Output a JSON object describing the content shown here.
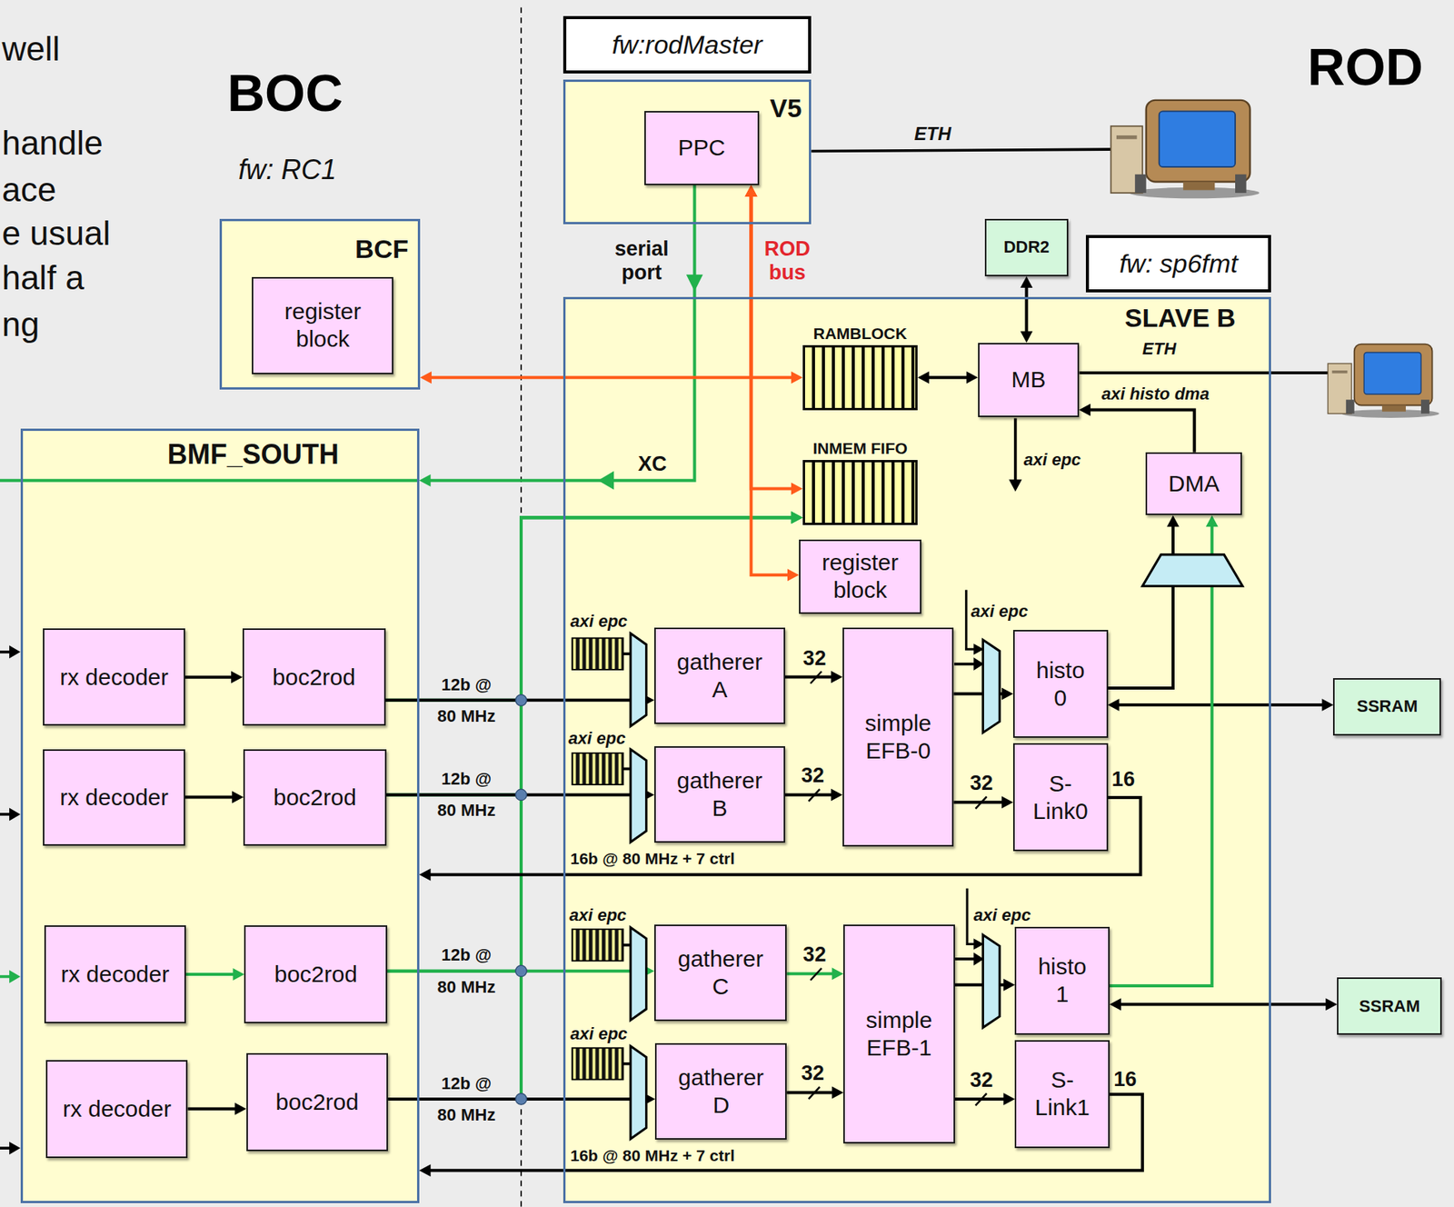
{
  "diagram": {
    "nodes": [
      {
        "text": [
          "fw:rodMaster"
        ]
      },
      {
        "text": [
          "V5"
        ]
      },
      {
        "text": [
          "PPC"
        ],
        "in": 1
      },
      {
        "text": [
          "BCF"
        ]
      },
      {
        "text": [
          "register block"
        ],
        "in": 3
      },
      {
        "text": [
          "BMF_SOUTH"
        ]
      },
      {
        "text": [
          "rx decoder"
        ],
        "in": 5
      },
      {
        "text": [
          "boc2rod"
        ],
        "in": 5
      },
      {
        "text": [
          "rx decoder"
        ],
        "in": 5
      },
      {
        "text": [
          "boc2rod"
        ],
        "in": 5
      },
      {
        "text": [
          "rx decoder"
        ],
        "in": 5
      },
      {
        "text": [
          "boc2rod"
        ],
        "in": 5
      },
      {
        "text": [
          "rx decoder"
        ],
        "in": 5
      },
      {
        "text": [
          "boc2rod"
        ],
        "in": 5
      },
      {
        "text": [
          "DDR2"
        ]
      },
      {
        "text": [
          "fw: sp6fmt"
        ]
      },
      {
        "text": [
          "SLAVE B"
        ]
      },
      {
        "text": [
          "RAMBLOCK"
        ],
        "in": 16
      },
      {
        "text": [
          "MB"
        ],
        "in": 16
      },
      {
        "text": [
          "INMEM FIFO"
        ],
        "in": 16
      },
      {
        "text": [
          "register block"
        ],
        "in": 16
      },
      {
        "text": [
          "DMA"
        ],
        "in": 16
      },
      {
        "text": [
          "gatherer A"
        ],
        "in": 16
      },
      {
        "text": [
          "gatherer B"
        ],
        "in": 16
      },
      {
        "text": [
          "simple EFB-0"
        ],
        "in": 16
      },
      {
        "text": [
          "histo 0"
        ],
        "in": 16
      },
      {
        "text": [
          "S-Link0"
        ],
        "in": 16
      },
      {
        "text": [
          "gatherer C"
        ],
        "in": 16
      },
      {
        "text": [
          "gatherer D"
        ],
        "in": 16
      },
      {
        "text": [
          "simple EFB-1"
        ],
        "in": 16
      },
      {
        "text": [
          "histo 1"
        ],
        "in": 16
      },
      {
        "text": [
          "S-Link1"
        ],
        "in": 16
      },
      {
        "text": [
          "SSRAM"
        ]
      },
      {
        "text": [
          "SSRAM"
        ]
      }
    ],
    "edges": [
      {
        "from": 2,
        "to": 5,
        "arrow": "to"
      },
      {
        "from": 2,
        "to": 3,
        "arrow": "both"
      },
      {
        "from": 2,
        "to": 17,
        "arrow": "both"
      },
      {
        "from": 2,
        "to": 19,
        "arrow": "both"
      },
      {
        "from": 2,
        "to": 20,
        "arrow": "both"
      },
      {
        "from": 17,
        "to": 18,
        "arrow": "both"
      },
      {
        "from": 14,
        "to": 18,
        "arrow": "both"
      },
      {
        "from": 21,
        "to": 18,
        "arrow": "to",
        "label": "axi histo dma"
      },
      {
        "from": 6,
        "to": 7,
        "arrow": "to"
      },
      {
        "from": 8,
        "to": 9,
        "arrow": "to"
      },
      {
        "from": 10,
        "to": 11,
        "arrow": "to"
      },
      {
        "from": 12,
        "to": 13,
        "arrow": "to"
      },
      {
        "from": 7,
        "to": 22,
        "arrow": "to",
        "label": "12b @ 80 MHz"
      },
      {
        "from": 9,
        "to": 23,
        "arrow": "to",
        "label": "12b @ 80 MHz"
      },
      {
        "from": 11,
        "to": 27,
        "arrow": "to",
        "label": "12b @ 80 MHz"
      },
      {
        "from": 13,
        "to": 28,
        "arrow": "to",
        "label": "12b @ 80 MHz"
      },
      {
        "from": 7,
        "to": 19,
        "arrow": "to"
      },
      {
        "from": 9,
        "to": 19,
        "arrow": "to"
      },
      {
        "from": 11,
        "to": 19,
        "arrow": "to"
      },
      {
        "from": 13,
        "to": 19,
        "arrow": "to"
      },
      {
        "from": 22,
        "to": 24,
        "arrow": "to",
        "label": "32"
      },
      {
        "from": 23,
        "to": 24,
        "arrow": "to",
        "label": "32"
      },
      {
        "from": 27,
        "to": 29,
        "arrow": "to",
        "label": "32"
      },
      {
        "from": 28,
        "to": 29,
        "arrow": "to",
        "label": "32"
      },
      {
        "from": 24,
        "to": 25,
        "arrow": "to"
      },
      {
        "from": 24,
        "to": 26,
        "arrow": "to",
        "label": "32"
      },
      {
        "from": 26,
        "to": 5,
        "arrow": "to",
        "label": "16b @ 80 MHz + 7 ctrl"
      },
      {
        "from": 25,
        "to": 32,
        "arrow": "both"
      },
      {
        "from": 25,
        "to": 21,
        "arrow": "to"
      },
      {
        "from": 29,
        "to": 30,
        "arrow": "to"
      },
      {
        "from": 29,
        "to": 31,
        "arrow": "to",
        "label": "32"
      },
      {
        "from": 31,
        "to": 5,
        "arrow": "to",
        "label": "16b @ 80 MHz + 7 ctrl"
      },
      {
        "from": 30,
        "to": 33,
        "arrow": "both"
      },
      {
        "from": 30,
        "to": 21,
        "arrow": "to"
      }
    ],
    "labels": [
      "well",
      "handle",
      "ace",
      "e usual",
      "half a",
      "ng",
      "BOC",
      "fw: RC1",
      "ROD",
      "ETH",
      "serial port",
      "ROD bus",
      "XC",
      "ETH",
      "axi epc",
      "axi epc",
      "axi epc",
      "axi epc",
      "16",
      "axi epc",
      "axi epc",
      "axi epc",
      "16"
    ]
  }
}
